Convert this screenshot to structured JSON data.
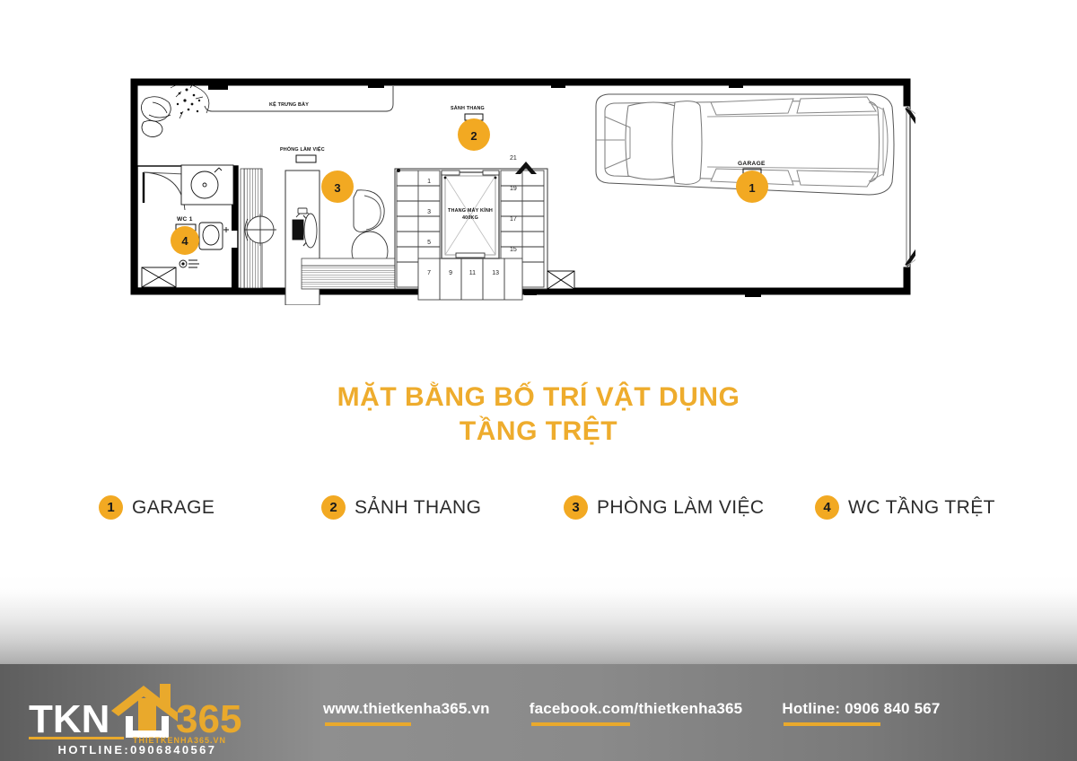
{
  "title": {
    "line1": "MẶT BẰNG BỐ TRÍ VẬT DỤNG",
    "line2": "TẦNG TRỆT",
    "color": "#eeac2d"
  },
  "legend": {
    "items": [
      {
        "number": "1",
        "label": "GARAGE"
      },
      {
        "number": "2",
        "label": "SẢNH THANG"
      },
      {
        "number": "3",
        "label": "PHÒNG LÀM VIỆC"
      },
      {
        "number": "4",
        "label": "WC TẦNG TRỆT"
      }
    ],
    "badge_color": "#f2a922"
  },
  "plan": {
    "markers": [
      {
        "number": "1",
        "label": "GARAGE"
      },
      {
        "number": "2",
        "label": "SẢNH THANG"
      },
      {
        "number": "3",
        "label": "PHÒNG LÀM VIỆC"
      },
      {
        "number": "4",
        "label": "WC 1"
      }
    ],
    "labels": {
      "shelf": "KỆ TRƯNG BÀY",
      "garage": "GARAGE",
      "stair_hall": "SẢNH THANG",
      "office": "PHÒNG LÀM VIỆC",
      "wc": "WC 1",
      "elevator_line1": "THANG MÁY KÍNH",
      "elevator_line2": "400KG"
    },
    "stair_numbers_left": [
      "1",
      "3",
      "5",
      "7"
    ],
    "stair_numbers_bottom": [
      "9",
      "11",
      "13"
    ],
    "stair_numbers_right": [
      "15",
      "17",
      "19",
      "21"
    ]
  },
  "footer": {
    "logo": {
      "brand_main": "TKN",
      "brand_accent": "365",
      "domain": "THIETKENHA365.VN",
      "hotline": "HOTLINE:0906840567"
    },
    "links": [
      {
        "text": "www.thietkenha365.vn"
      },
      {
        "text": "facebook.com/thietkenha365"
      },
      {
        "text": "Hotline: 0906 840 567"
      }
    ],
    "accent_color": "#e9a92c"
  }
}
